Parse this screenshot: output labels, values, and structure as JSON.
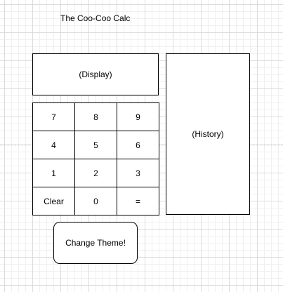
{
  "title": "The Coo-Coo Calc",
  "display": {
    "label": "(Display)"
  },
  "history": {
    "label": "(History)"
  },
  "keypad": {
    "keys": [
      "7",
      "8",
      "9",
      "4",
      "5",
      "6",
      "1",
      "2",
      "3",
      "Clear",
      "0",
      "="
    ]
  },
  "theme_button": {
    "label": "Change Theme!"
  }
}
